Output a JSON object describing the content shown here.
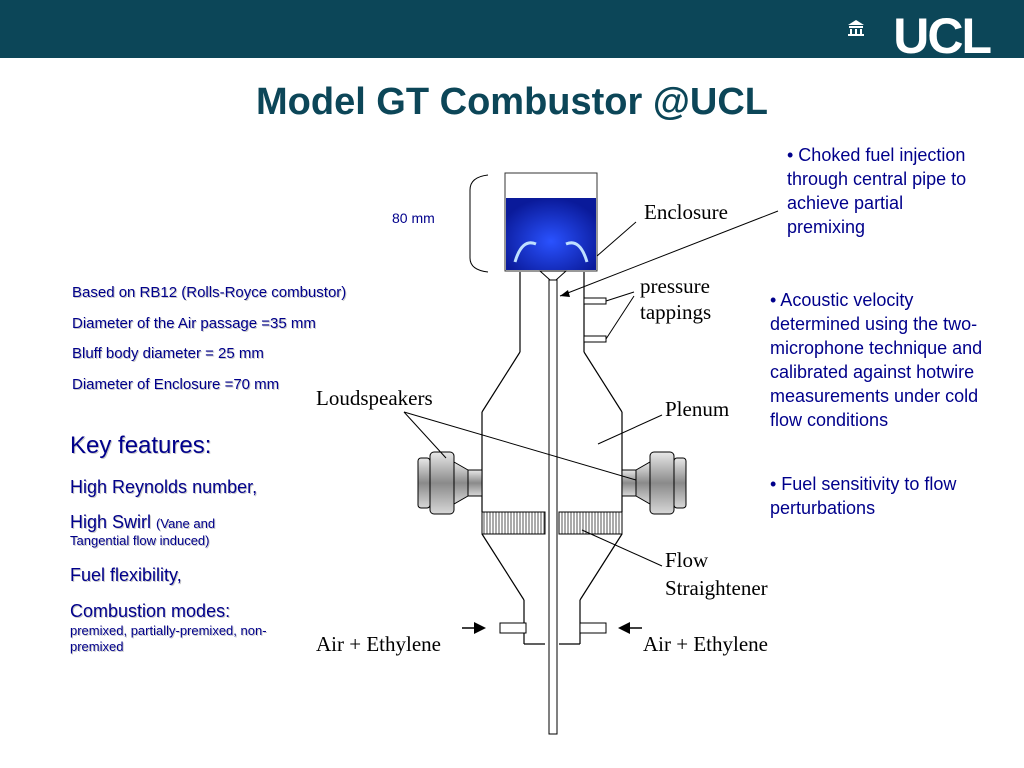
{
  "header": {
    "logo_text": "UCL",
    "bar_color": "#0c4658"
  },
  "title": "Model GT Combustor @UCL",
  "specs": [
    "Based on RB12 (Rolls-Royce combustor)",
    "Diameter of the Air passage =35 mm",
    "Bluff body diameter = 25 mm",
    "Diameter of Enclosure =70 mm"
  ],
  "key_features": {
    "heading": "Key features:",
    "reynolds": "High Reynolds number,",
    "swirl": "High Swirl",
    "swirl_note_line1": "(Vane and",
    "swirl_note_line2": "Tangential flow induced)",
    "fuel": "Fuel flexibility,",
    "modes": "Combustion modes:",
    "modes_note_line1": "premixed, partially-premixed, non-",
    "modes_note_line2": "premixed"
  },
  "bullets": {
    "b1": [
      "• Choked fuel injection",
      "through central pipe to",
      "achieve partial",
      "premixing"
    ],
    "b2": [
      "• Acoustic velocity",
      "determined using the two-",
      "microphone technique and",
      "calibrated against hotwire",
      "measurements under cold",
      "flow conditions"
    ],
    "b3": [
      "• Fuel sensitivity to flow",
      "perturbations"
    ]
  },
  "diagram": {
    "dimension": "80 mm",
    "enclosure": "Enclosure",
    "pressure_1": "pressure",
    "pressure_2": "tappings",
    "loudspeakers": "Loudspeakers",
    "plenum": "Plenum",
    "flow_1": "Flow",
    "flow_2": "Straightener",
    "air_left": "Air + Ethylene",
    "air_right": "Air + Ethylene"
  }
}
